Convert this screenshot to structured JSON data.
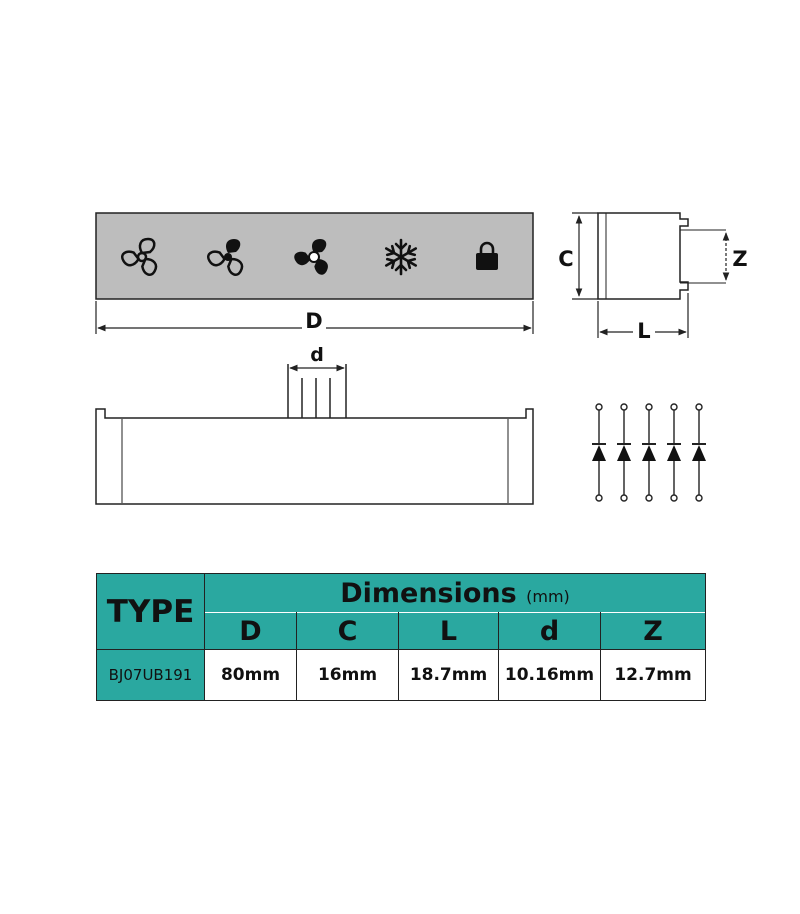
{
  "icons": [
    "fan-1-icon",
    "fan-2-icon",
    "fan-3-icon",
    "snowflake-icon",
    "lock-icon"
  ],
  "labels": {
    "D": "D",
    "C": "C",
    "Z": "Z",
    "L": "L",
    "d": "d"
  },
  "colors": {
    "teal": "#2aa8a0",
    "module_gray": "#bdbdbd",
    "outline": "#222222"
  },
  "diode_count": 5,
  "pin_count": 5,
  "table": {
    "type_header": "TYPE",
    "dimensions_header": "Dimensions",
    "dimensions_unit": "(mm)",
    "columns": [
      "D",
      "C",
      "L",
      "d",
      "Z"
    ],
    "rows": [
      {
        "type": "BJ07UB191",
        "values": [
          "80mm",
          "16mm",
          "18.7mm",
          "10.16mm",
          "12.7mm"
        ]
      }
    ]
  }
}
